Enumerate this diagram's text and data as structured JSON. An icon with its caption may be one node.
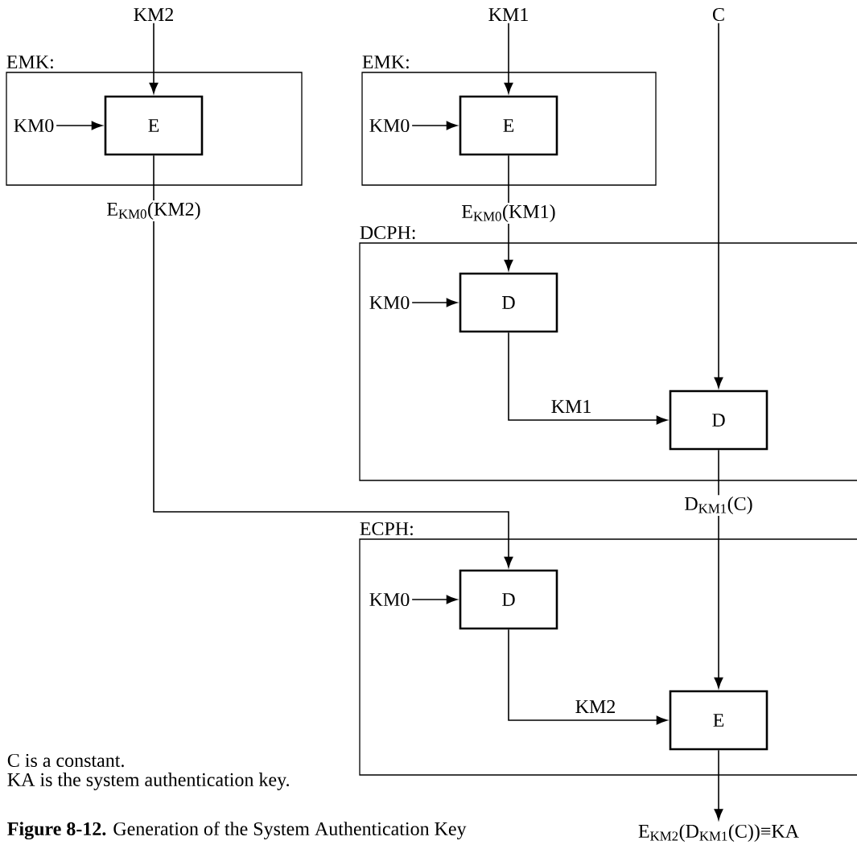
{
  "diagram": {
    "caption": "**Figure 8-12.** Generation of the System Authentication Key",
    "nodes": [
      {
        "text": [
          "EMK:"
        ]
      },
      {
        "text": [
          "E"
        ],
        "in": 0
      },
      {
        "text": [
          "KM0"
        ],
        "in": 0
      },
      {
        "text": [
          "KM2"
        ]
      },
      {
        "text": [
          "EMK:"
        ]
      },
      {
        "text": [
          "E"
        ],
        "in": 4
      },
      {
        "text": [
          "KM0"
        ],
        "in": 4
      },
      {
        "text": [
          "KM1"
        ]
      },
      {
        "text": [
          "C"
        ]
      },
      {
        "text": [
          "DCPH:"
        ]
      },
      {
        "text": [
          "D"
        ],
        "in": 9
      },
      {
        "text": [
          "KM0"
        ],
        "in": 9
      },
      {
        "text": [
          "D"
        ],
        "in": 9
      },
      {
        "text": [
          "ECPH:"
        ]
      },
      {
        "text": [
          "D"
        ],
        "in": 13
      },
      {
        "text": [
          "KM0"
        ],
        "in": 13
      },
      {
        "text": [
          "E"
        ],
        "in": 13
      },
      {
        "text": [
          "E$_{KM2}$(D$_{KM1}$(C))≡KA"
        ]
      }
    ],
    "edges": [
      {
        "from": 3,
        "to": 1,
        "arrow": "to"
      },
      {
        "from": 2,
        "to": 1,
        "arrow": "to"
      },
      {
        "from": 7,
        "to": 5,
        "arrow": "to"
      },
      {
        "from": 6,
        "to": 5,
        "arrow": "to"
      },
      {
        "from": 5,
        "to": 10,
        "arrow": "to",
        "label": "E$_{KM0}$(KM1)"
      },
      {
        "from": 11,
        "to": 10,
        "arrow": "to"
      },
      {
        "from": 10,
        "to": 12,
        "arrow": "to",
        "label": "KM1"
      },
      {
        "from": 8,
        "to": 12,
        "arrow": "to"
      },
      {
        "from": 1,
        "to": 14,
        "arrow": "to",
        "label": "E$_{KM0}$(KM2)"
      },
      {
        "from": 15,
        "to": 14,
        "arrow": "to"
      },
      {
        "from": 14,
        "to": 16,
        "arrow": "to",
        "label": "KM2"
      },
      {
        "from": 12,
        "to": 16,
        "arrow": "to",
        "label": "D$_{KM1}$(C)"
      },
      {
        "from": 16,
        "to": 17,
        "arrow": "to"
      }
    ],
    "labels": [
      "C is a constant.",
      "KA is the system authentication key."
    ]
  }
}
